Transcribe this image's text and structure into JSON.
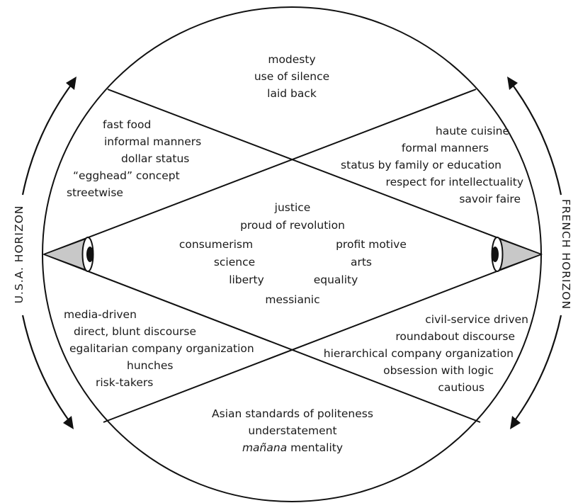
{
  "top": [
    "modesty",
    "use of silence",
    "laid back"
  ],
  "bottom": {
    "lines": [
      "Asian standards of politeness",
      "understatement"
    ],
    "last_italic": "mañana",
    "last_rest": " mentality"
  },
  "usa": {
    "label": "U.S.A. HORIZON",
    "upper": [
      "fast food",
      "informal manners",
      "dollar status",
      "“egghead” concept",
      "streetwise"
    ],
    "lower": [
      "media-driven",
      "direct, blunt discourse",
      "egalitarian company organization",
      "hunches",
      "risk-takers"
    ]
  },
  "french": {
    "label": "FRENCH HORIZON",
    "upper": [
      "haute cuisine",
      "formal manners",
      "status by family or education",
      "respect for intellectuality",
      "savoir faire"
    ],
    "lower": [
      "civil-service driven",
      "roundabout discourse",
      "hierarchical company organization",
      "obsession with logic",
      "cautious"
    ]
  },
  "shared": {
    "center": [
      "justice",
      "proud of revolution"
    ],
    "left": [
      "consumerism",
      "science",
      "liberty"
    ],
    "right": [
      "profit motive",
      "arts",
      "equality"
    ],
    "bottom": "messianic"
  },
  "colors": {
    "eye_cone": "#c8c8c8",
    "ink": "#111111"
  }
}
